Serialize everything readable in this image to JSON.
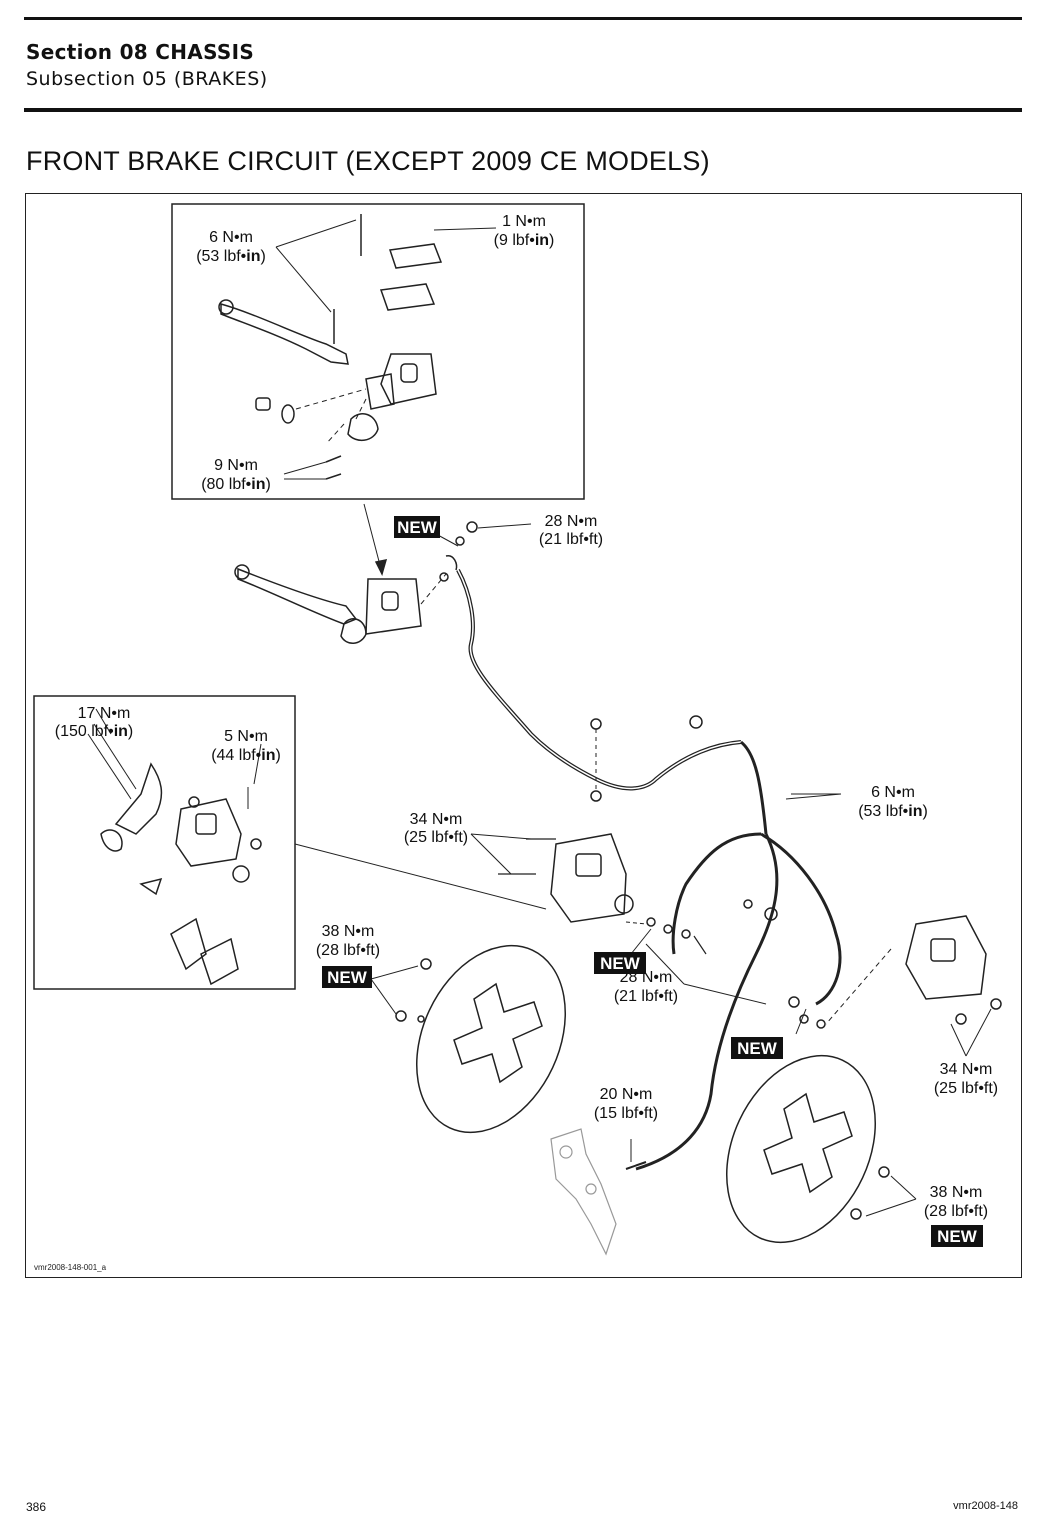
{
  "header": {
    "section": "Section 08 CHASSIS",
    "subsection": "Subsection 05 (BRAKES)"
  },
  "heading": "FRONT BRAKE CIRCUIT (EXCEPT 2009 CE MODELS)",
  "labels": {
    "t6_nm_top": "6 N•m",
    "t53_lbfin_top_pre": "(53 lbf•",
    "t53_lbfin_top_bold": "in",
    "t53_lbfin_top_post": ")",
    "t1_nm": "1 N•m",
    "t9_lbfin_pre": "(9 lbf•",
    "t9_lbfin_bold": "in",
    "t9_lbfin_post": ")",
    "t9_nm": "9 N•m",
    "t80_lbfin_pre": "(80 lbf•",
    "t80_lbfin_bold": "in",
    "t80_lbfin_post": ")",
    "t28_nm_top": "28 N•m",
    "t21_lbfft_top": "(21 lbf•ft)",
    "t17_nm": "17 N•m",
    "t150_lbfin_pre": "(150 lbf•",
    "t150_lbfin_bold": "in",
    "t150_lbfin_post": ")",
    "t5_nm": "5 N•m",
    "t44_lbfin_pre": "(44 lbf•",
    "t44_lbfin_bold": "in",
    "t44_lbfin_post": ")",
    "t6_nm_right": "6 N•m",
    "t53_lbfin_right_pre": "(53 lbf•",
    "t53_lbfin_right_bold": "in",
    "t53_lbfin_right_post": ")",
    "t34_nm_mid": "34 N•m",
    "t25_lbfft_mid": "(25 lbf•ft)",
    "t38_nm_left": "38 N•m",
    "t28_lbfft_left": "(28 lbf•ft)",
    "t28_nm_mid": "28 N•m",
    "t21_lbfft_mid": "(21 lbf•ft)",
    "t34_nm_right": "34 N•m",
    "t25_lbfft_right": "(25 lbf•ft)",
    "t20_nm": "20 N•m",
    "t15_lbfft": "(15 lbf•ft)",
    "t38_nm_right": "38 N•m",
    "t28_lbfft_right": "(28 lbf•ft)",
    "new_tag": "NEW",
    "figure_code": "vmr2008-148-001_a"
  },
  "footer": {
    "page_number": "386",
    "doc_code": "vmr2008-148"
  }
}
